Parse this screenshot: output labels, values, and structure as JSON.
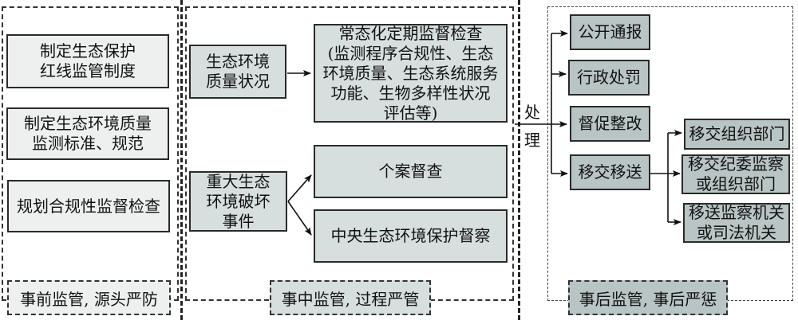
{
  "sections": {
    "pre": {
      "label": "事前监管, 源头严防",
      "items": [
        {
          "lines": [
            "制定生态保护",
            "红线监管制度"
          ]
        },
        {
          "lines": [
            "制定生态环境质量",
            "监测标准、规范"
          ]
        },
        {
          "lines": [
            "规划合规性监督检查"
          ]
        }
      ]
    },
    "during": {
      "label": "事中监管, 过程严管",
      "sources": [
        {
          "lines": [
            "生态环境",
            "质量状况"
          ]
        },
        {
          "lines": [
            "重大生态",
            "环境破坏",
            "事件"
          ]
        }
      ],
      "targets": [
        {
          "lines": [
            "常态化定期监督检查",
            "(监测程序合规性、生态",
            "环境质量、生态系统服务",
            "功能、生物多样性状况",
            "评估等)"
          ]
        },
        {
          "lines": [
            "个案督查"
          ]
        },
        {
          "lines": [
            "中央生态环境保护督察"
          ]
        }
      ]
    },
    "handling_label": [
      "处",
      "理"
    ],
    "post": {
      "label": "事后监管, 事后严惩",
      "actions": [
        {
          "text": "公开通报"
        },
        {
          "text": "行政处罚"
        },
        {
          "text": "督促整改"
        },
        {
          "text": "移交移送"
        }
      ],
      "transfers": [
        {
          "lines": [
            "移交组织部门"
          ]
        },
        {
          "lines": [
            "移交纪委监察",
            "或组织部门"
          ]
        },
        {
          "lines": [
            "移送监察机关",
            "或司法机关"
          ]
        }
      ]
    }
  },
  "colors": {
    "light_fill": "#eef0ef",
    "mid_fill": "#d6dede",
    "dark_fill": "#b9c5c5",
    "stroke": "#2a2a2a"
  }
}
